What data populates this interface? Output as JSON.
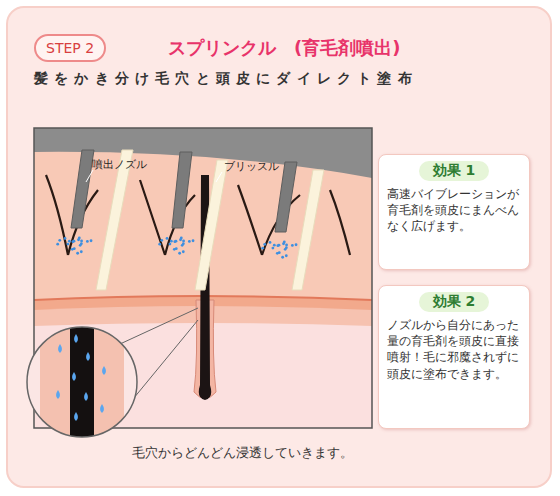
{
  "diagram": {
    "title": "スプリンクル　(育毛剤噴出)",
    "caption": "毛穴からどんどん浸透していきます。",
    "nodes": [
      {
        "text": [
          "STEP 2"
        ]
      },
      {
        "text": [
          "効果 1",
          "高速バイブレーションが育毛剤を頭皮にまんべんなく広げます。"
        ]
      },
      {
        "text": [
          "効果 2",
          "ノズルから自分にあった量の育毛剤を頭皮に直接噴射！毛に邪魔されずに頭皮に塗布できます。"
        ]
      }
    ],
    "labels": [
      "髪をかき分け毛穴と頭皮にダイレクト塗布",
      "噴出ノズル",
      "ブリッスル"
    ]
  }
}
